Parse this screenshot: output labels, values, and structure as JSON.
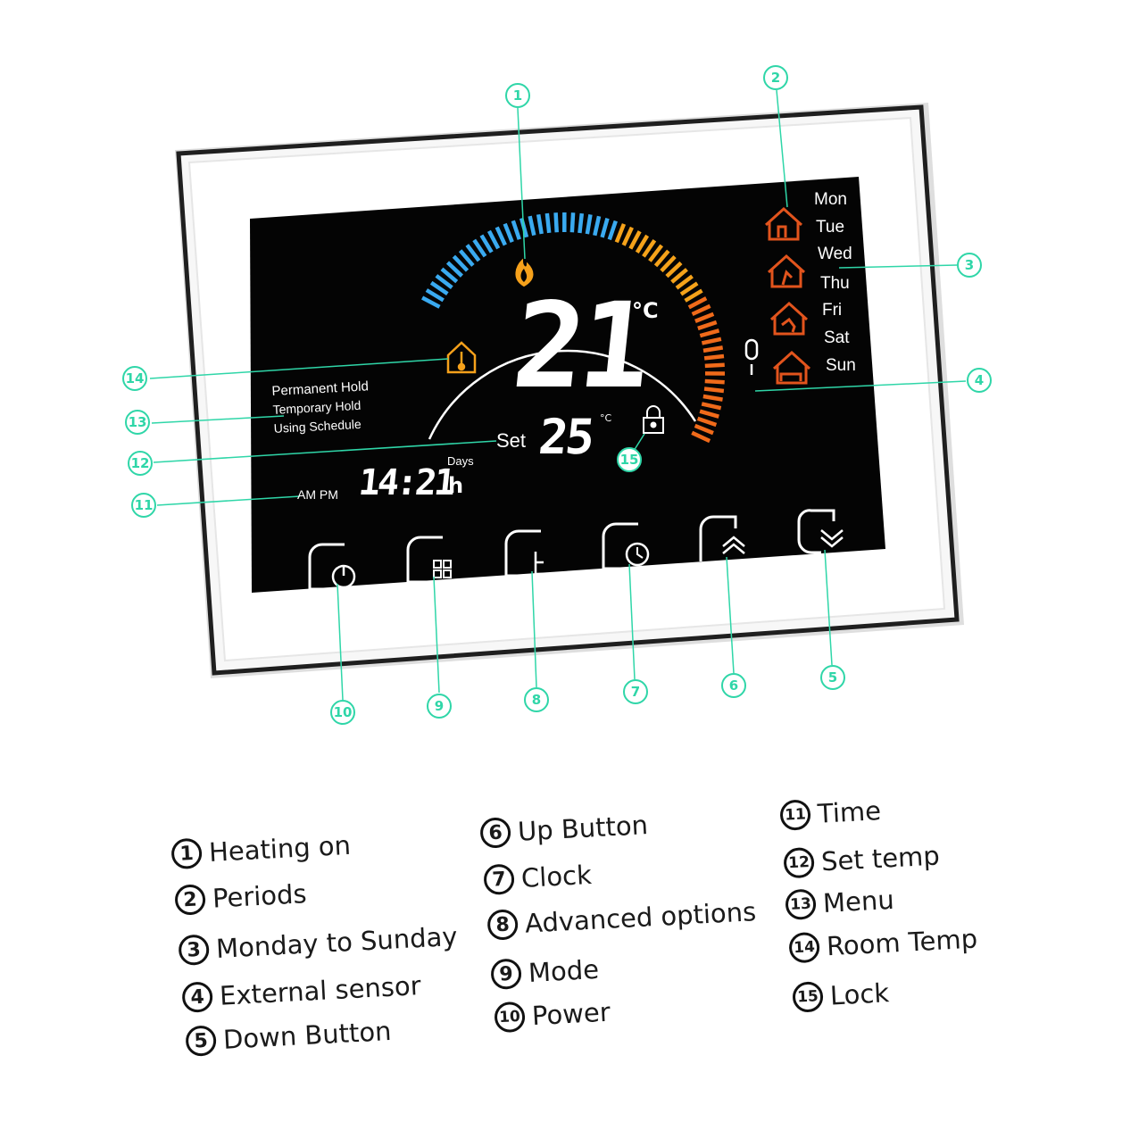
{
  "display": {
    "room_temp": "21",
    "room_temp_unit": "°C",
    "set_label": "Set",
    "set_temp": "25",
    "set_temp_unit": "°C",
    "time": "14:21",
    "days_label": "Days",
    "hour_suffix": "h",
    "ampm": "AM PM",
    "menu_modes": [
      "Permanent Hold",
      "Temporary Hold",
      "Using Schedule"
    ],
    "weekdays": [
      "Mon",
      "Tue",
      "Wed",
      "Thu",
      "Fri",
      "Sat",
      "Sun"
    ]
  },
  "callouts": [
    "1",
    "2",
    "3",
    "4",
    "5",
    "6",
    "7",
    "8",
    "9",
    "10",
    "11",
    "12",
    "13",
    "14",
    "15"
  ],
  "legend": [
    {
      "num": "1",
      "text": "Heating on"
    },
    {
      "num": "2",
      "text": "Periods"
    },
    {
      "num": "3",
      "text": "Monday to Sunday"
    },
    {
      "num": "4",
      "text": "External sensor"
    },
    {
      "num": "5",
      "text": "Down Button"
    },
    {
      "num": "6",
      "text": "Up Button"
    },
    {
      "num": "7",
      "text": "Clock"
    },
    {
      "num": "8",
      "text": "Advanced options"
    },
    {
      "num": "9",
      "text": "Mode"
    },
    {
      "num": "10",
      "text": "Power"
    },
    {
      "num": "11",
      "text": "Time"
    },
    {
      "num": "12",
      "text": "Set temp"
    },
    {
      "num": "13",
      "text": "Menu"
    },
    {
      "num": "14",
      "text": "Room Temp"
    },
    {
      "num": "15",
      "text": "Lock"
    }
  ],
  "colors": {
    "screen": "#050505",
    "cold": "#3aaaf0",
    "warm": "#f5a21a",
    "hot": "#f06a1a",
    "period": "#e2541d",
    "callout": "#2fd6a8",
    "frame": "#f4f4f4"
  }
}
